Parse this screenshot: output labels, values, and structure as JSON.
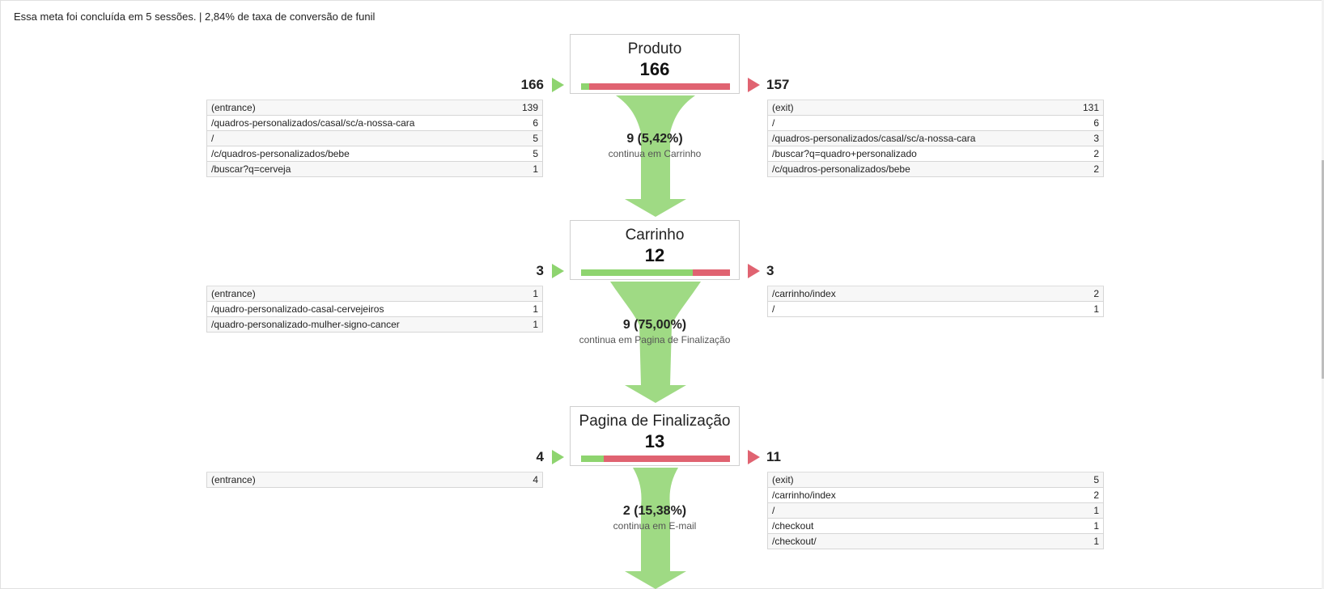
{
  "summary": "Essa meta foi concluída em 5 sessões. | 2,84% de taxa de conversão de funil",
  "colors": {
    "continue": "#8ed46f",
    "exit": "#e06371"
  },
  "stages": [
    {
      "name": "Produto",
      "count": "166",
      "in": "166",
      "out": "157",
      "continue_ratio": 0.054,
      "conversion": "9 (5,42%)",
      "next_label": "continua em Carrinho",
      "entries": [
        {
          "label": "(entrance)",
          "value": "139"
        },
        {
          "label": "/quadros-personalizados/casal/sc/a-nossa-cara",
          "value": "6"
        },
        {
          "label": "/",
          "value": "5"
        },
        {
          "label": "/c/quadros-personalizados/bebe",
          "value": "5"
        },
        {
          "label": "/buscar?q=cerveja",
          "value": "1"
        }
      ],
      "exits": [
        {
          "label": "(exit)",
          "value": "131"
        },
        {
          "label": "/",
          "value": "6"
        },
        {
          "label": "/quadros-personalizados/casal/sc/a-nossa-cara",
          "value": "3"
        },
        {
          "label": "/buscar?q=quadro+personalizado",
          "value": "2"
        },
        {
          "label": "/c/quadros-personalizados/bebe",
          "value": "2"
        }
      ]
    },
    {
      "name": "Carrinho",
      "count": "12",
      "in": "3",
      "out": "3",
      "continue_ratio": 0.75,
      "conversion": "9 (75,00%)",
      "next_label": "continua em Pagina de Finalização",
      "entries": [
        {
          "label": "(entrance)",
          "value": "1"
        },
        {
          "label": "/quadro-personalizado-casal-cervejeiros",
          "value": "1"
        },
        {
          "label": "/quadro-personalizado-mulher-signo-cancer",
          "value": "1"
        }
      ],
      "exits": [
        {
          "label": "/carrinho/index",
          "value": "2"
        },
        {
          "label": "/",
          "value": "1"
        }
      ]
    },
    {
      "name": "Pagina de Finalização",
      "count": "13",
      "in": "4",
      "out": "11",
      "continue_ratio": 0.154,
      "conversion": "2 (15,38%)",
      "next_label": "continua em E-mail",
      "entries": [
        {
          "label": "(entrance)",
          "value": "4"
        }
      ],
      "exits": [
        {
          "label": "(exit)",
          "value": "5"
        },
        {
          "label": "/carrinho/index",
          "value": "2"
        },
        {
          "label": "/",
          "value": "1"
        },
        {
          "label": "/checkout",
          "value": "1"
        },
        {
          "label": "/checkout/",
          "value": "1"
        }
      ]
    }
  ]
}
